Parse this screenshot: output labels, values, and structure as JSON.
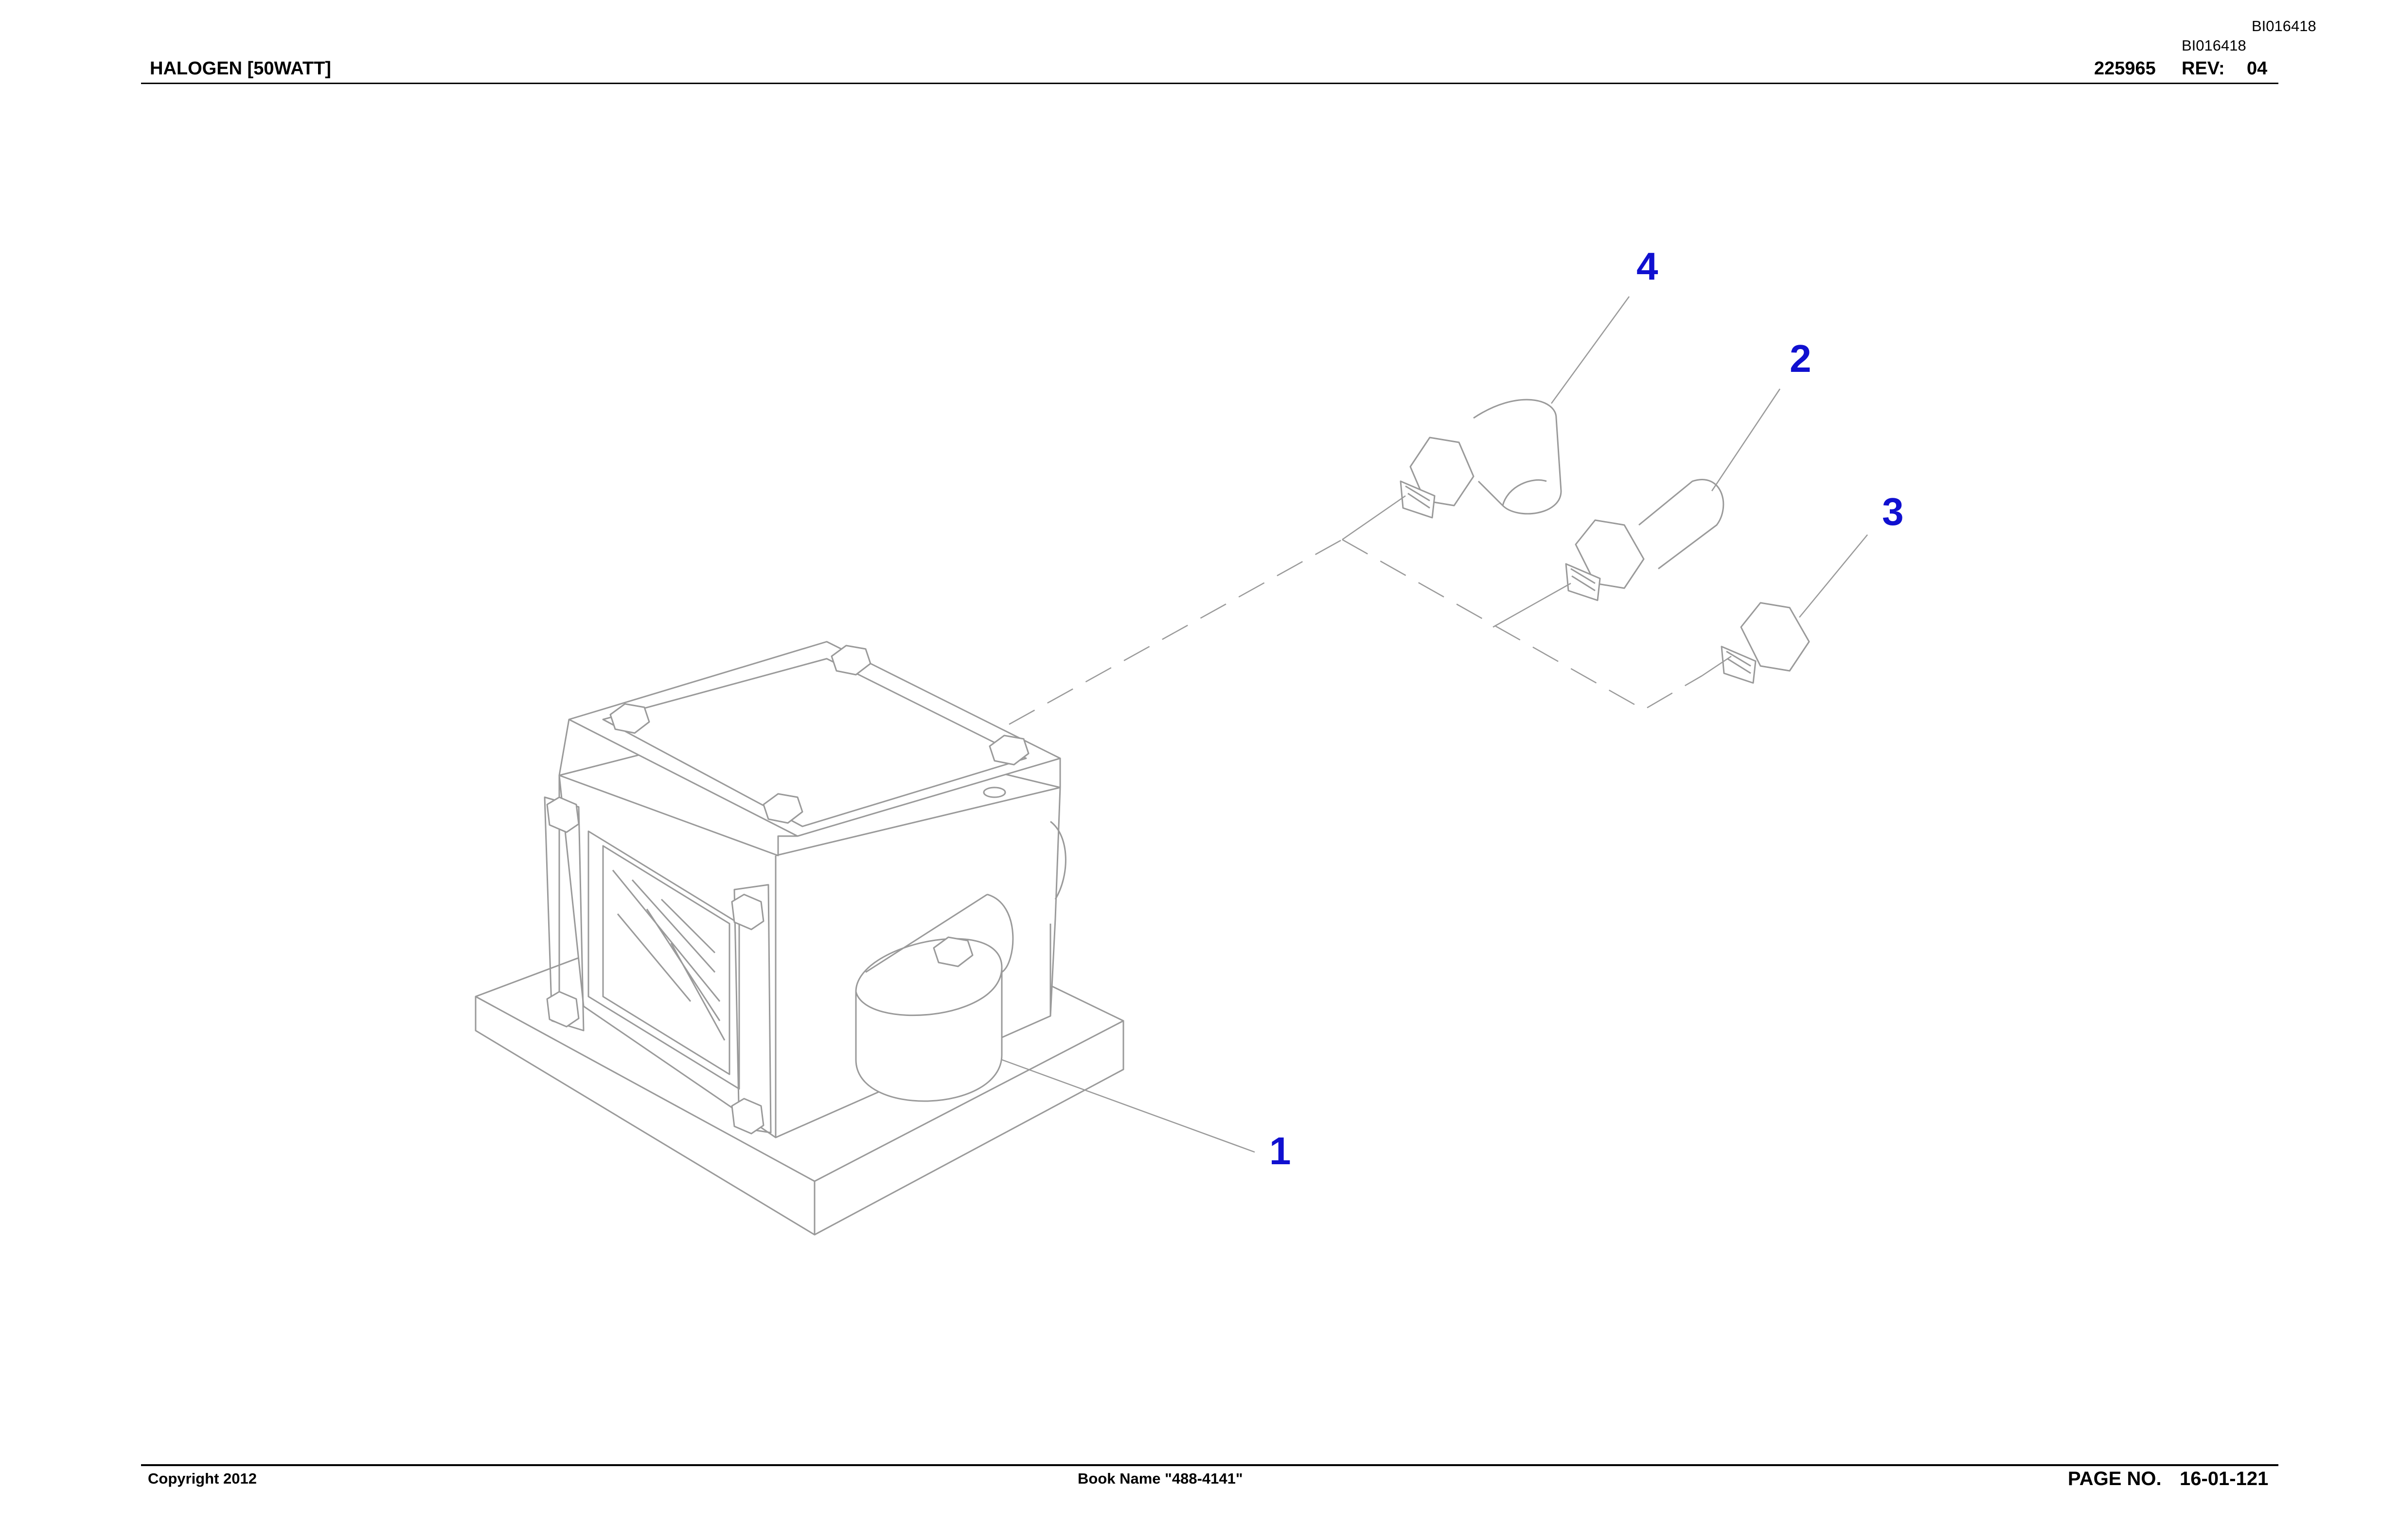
{
  "doc_id_top": "BI016418",
  "doc_id_sub": "BI016418",
  "header": {
    "title": "HALOGEN [50WATT]",
    "part_number": "225965",
    "rev_label": "REV:",
    "rev_value": "04"
  },
  "footer": {
    "copyright": "Copyright 2012",
    "book_name": "Book Name \"488-4141\"",
    "page_label": "PAGE NO.",
    "page_value": "16-01-121"
  },
  "callouts": [
    "1",
    "2",
    "3",
    "4"
  ],
  "colors": {
    "callout": "#1010d0",
    "line": "#9a9a9a",
    "text": "#000000"
  }
}
